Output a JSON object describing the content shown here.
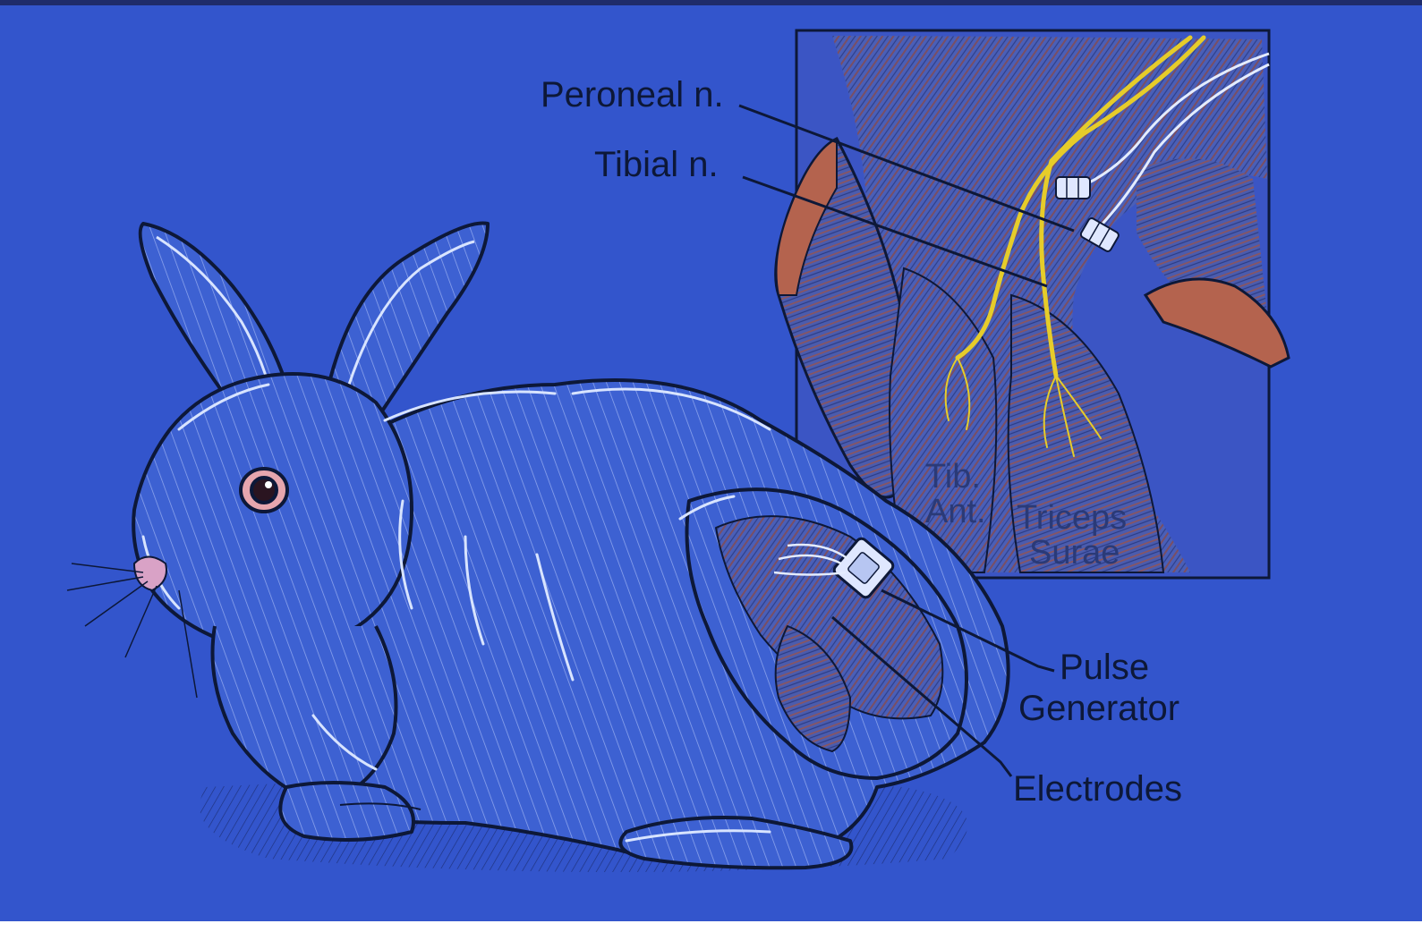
{
  "colors": {
    "background": "#3355cc",
    "rabbit_fill": "#3c5fd0",
    "rabbit_highlight": "#d8e4ff",
    "muscle": "#9a5c5a",
    "nerve": "#e6cc2a",
    "ink": "#0d1838"
  },
  "labels": {
    "peroneal": "Peroneal n.",
    "tibial": "Tibial n.",
    "tib_ant_line1": "Tib.",
    "tib_ant_line2": "Ant.",
    "triceps_line1": "Triceps",
    "triceps_line2": "Surae",
    "pulse_line1": "Pulse",
    "pulse_line2": "Generator",
    "electrodes": "Electrodes"
  },
  "icons": {
    "pulse_generator": "square-device-icon",
    "electrode_cuff": "cuff-electrode-icon"
  }
}
